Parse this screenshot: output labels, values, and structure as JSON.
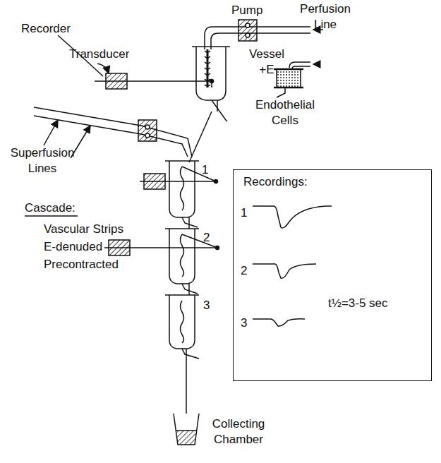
{
  "diagram": {
    "nodes": [
      {
        "text": [
          "Recordings:",
          "1",
          "2",
          "3",
          "t½=3-5 sec"
        ]
      }
    ],
    "labels": [
      "Recorder",
      "Transducer",
      "Pump",
      "Perfusion Line",
      "Vessel +E",
      "Endothelial Cells",
      "Superfusion Lines",
      "1",
      "2",
      "3",
      "Cascade:",
      "Vascular Strips",
      "E-denuded",
      "Precontracted",
      "Collecting Chamber"
    ]
  }
}
